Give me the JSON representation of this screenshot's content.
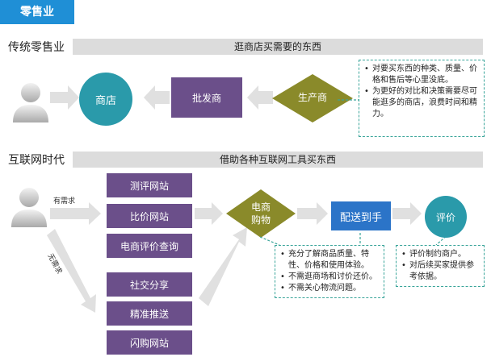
{
  "title": "零售业",
  "traditional": {
    "label": "传统零售业",
    "banner": "逛商店买需要的东西",
    "store": "商店",
    "wholesaler": "批发商",
    "producer": "生产商",
    "notes": [
      "对要买东西的种类、质量、价格和售后等心里没底。",
      "为更好的对比和决策需要尽可能逛多的商店，浪费时间和精力。"
    ]
  },
  "internet": {
    "label": "互联网时代",
    "banner": "借助各种互联网工具买东西",
    "arrow_need": "有需求",
    "arrow_no_need": "无需求",
    "tools_top": [
      "测评网站",
      "比价网站",
      "电商评价查询"
    ],
    "tools_bottom": [
      "社交分享",
      "精准推送",
      "闪购网站"
    ],
    "ecommerce": "电商\n购物",
    "delivery": "配送到手",
    "review": "评价",
    "notes_mid": [
      "充分了解商品质量、特性、价格和使用体验。",
      "不需逛商场和讨价还价。",
      "不需关心物流问题。"
    ],
    "notes_right": [
      "评价制约商户。",
      "对后续买家提供参考依据。"
    ]
  },
  "colors": {
    "title_bg": "#1f8fd6",
    "teal": "#2a9aaa",
    "purple": "#6b4f8a",
    "olive": "#8a8a2a",
    "blue": "#2b74c8",
    "arrow": "#e0e0e0"
  }
}
